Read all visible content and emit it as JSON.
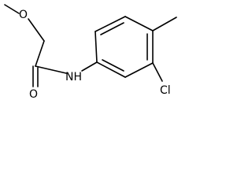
{
  "molecule": {
    "atom_labels": {
      "ether_oxygen": "O",
      "carbonyl_oxygen": "O",
      "amide_nitrogen": "NH",
      "chlorine": "Cl"
    }
  },
  "colors": {
    "bond": "#000000",
    "label": "#000000",
    "background": "#ffffff"
  }
}
